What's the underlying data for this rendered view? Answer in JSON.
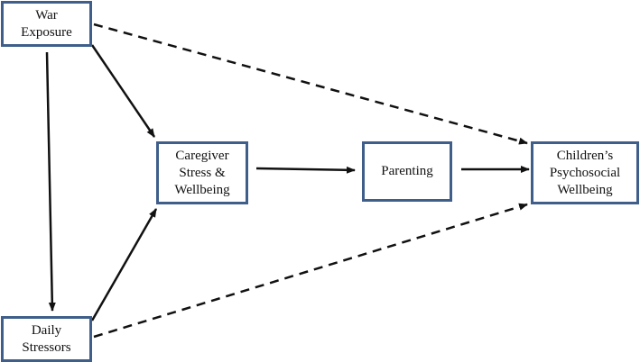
{
  "diagram": {
    "nodes": [
      {
        "id": "war",
        "label": "War\nExposure"
      },
      {
        "id": "daily",
        "label": "Daily\nStressors"
      },
      {
        "id": "caregiver",
        "label": "Caregiver\nStress &\nWellbeing"
      },
      {
        "id": "parenting",
        "label": "Parenting"
      },
      {
        "id": "children",
        "label": "Children’s\nPsychosocial\nWellbeing"
      }
    ],
    "edges": [
      {
        "from": "war",
        "to": "daily",
        "style": "solid"
      },
      {
        "from": "war",
        "to": "caregiver",
        "style": "solid"
      },
      {
        "from": "daily",
        "to": "caregiver",
        "style": "solid"
      },
      {
        "from": "caregiver",
        "to": "parenting",
        "style": "solid"
      },
      {
        "from": "parenting",
        "to": "children",
        "style": "solid"
      },
      {
        "from": "war",
        "to": "children",
        "style": "dashed"
      },
      {
        "from": "daily",
        "to": "children",
        "style": "dashed"
      }
    ]
  }
}
